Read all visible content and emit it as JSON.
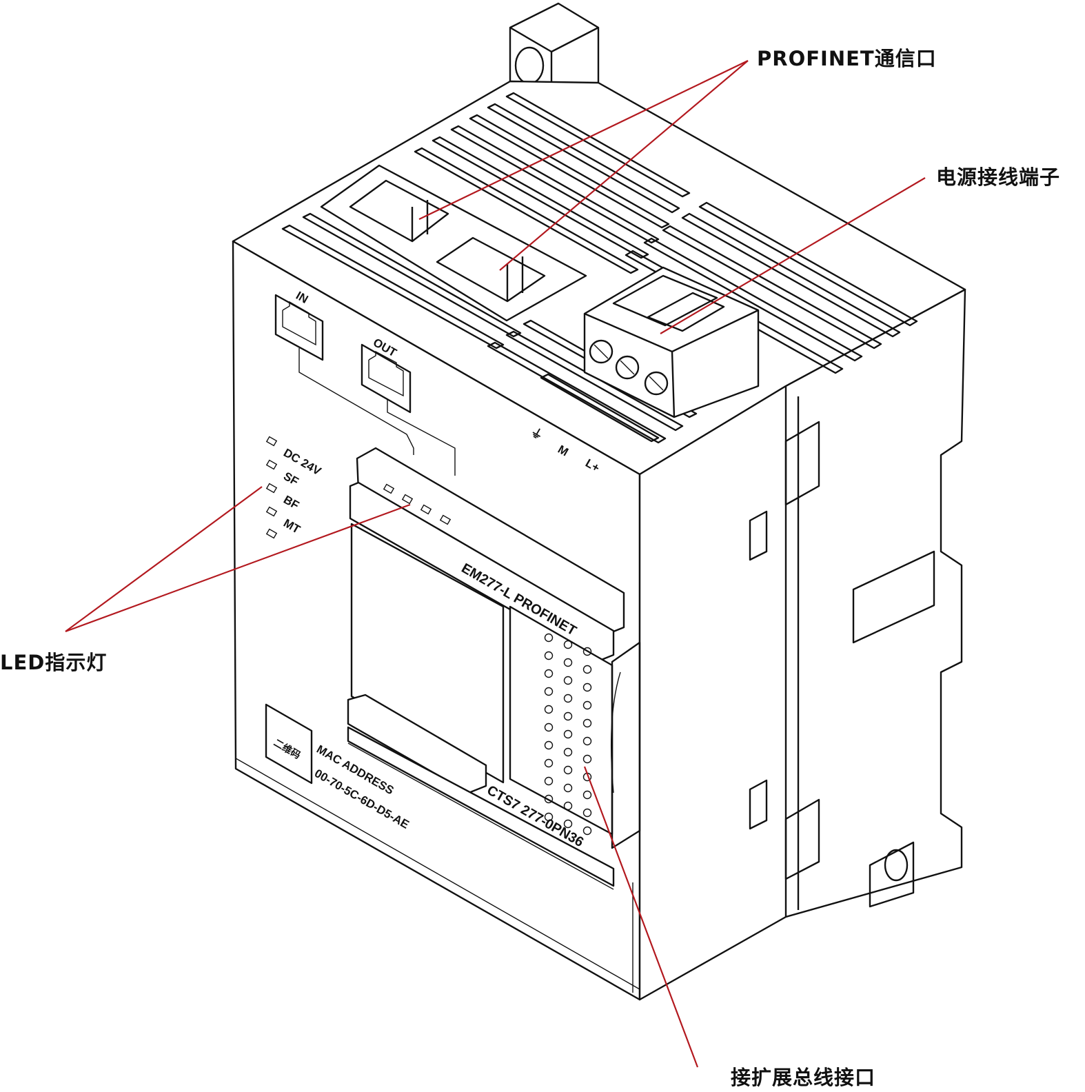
{
  "callouts": {
    "profinet_port": "PROFINET通信口",
    "power_terminal": "电源接线端子",
    "led_indicator": "LED指示灯",
    "expansion_bus": "接扩展总线接口"
  },
  "panel": {
    "port_in": "IN",
    "port_out": "OUT",
    "led_dc24v": "DC 24V",
    "led_sf": "SF",
    "led_bf": "BF",
    "led_mt": "MT",
    "terminal_ground": "⏚",
    "terminal_m": "M",
    "terminal_lplus": "L+",
    "model_name": "EM277-L PROFINET",
    "part_number": "CTS7 277-0PN36",
    "qr_placeholder": "二维码",
    "mac_title": "MAC ADDRESS",
    "mac_value": "00-70-5C-6D-D5-AE"
  },
  "colors": {
    "leader_line": "#b3191f",
    "outline": "#111111",
    "background": "#ffffff"
  }
}
